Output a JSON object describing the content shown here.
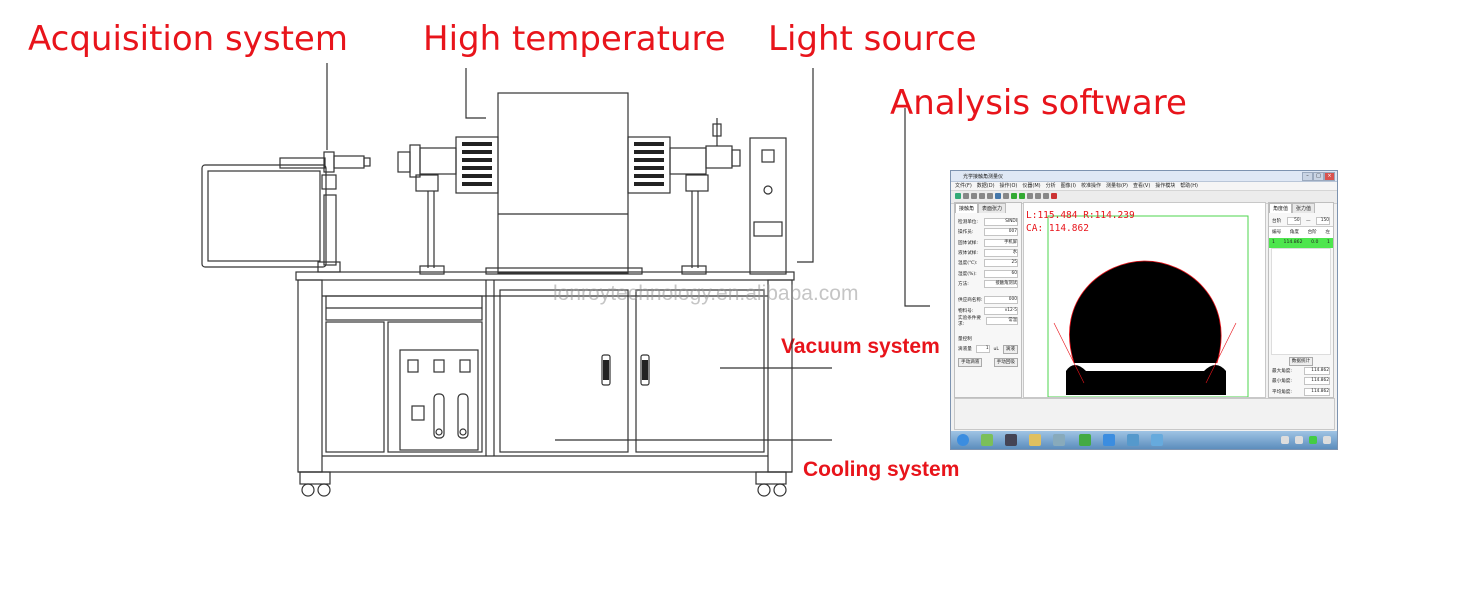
{
  "labels": {
    "acquisition": "Acquisition system",
    "high_temp": "High temperature",
    "light_source": "Light source",
    "analysis": "Analysis software",
    "vacuum": "Vacuum system",
    "cooling": "Cooling system"
  },
  "watermark": "lonroytechnology.en.alibaba.com",
  "software": {
    "title": "光学接触角测量仪",
    "menus": [
      "文件(F)",
      "数据(D)",
      "操作(O)",
      "仪器(M)",
      "分析",
      "图像(I)",
      "校准操作",
      "测量标(P)",
      "查看(V)",
      "操作模块",
      "帮助(H)"
    ],
    "left_tabs": [
      "接触角",
      "表面张力"
    ],
    "fields": [
      {
        "label": "检测单位:",
        "value": "SINDI"
      },
      {
        "label": "操作员:",
        "value": "007"
      },
      {
        "label": "固体试样:",
        "value": "手机屏"
      },
      {
        "label": "液体试样:",
        "value": "水"
      },
      {
        "label": "温度(℃):",
        "value": "25"
      },
      {
        "label": "湿度(%):",
        "value": "60"
      },
      {
        "label": "方法:",
        "value": "接触角测试"
      }
    ],
    "fields2": [
      {
        "label": "供应商名称:",
        "value": "000"
      },
      {
        "label": "物料号:",
        "value": "v12-5"
      },
      {
        "label": "实验条件要求:",
        "value": "常温"
      }
    ],
    "dose_label": "量控制",
    "volume_label": "滴液量",
    "volume_value": "1",
    "volume_unit": "uL",
    "drop_btn": "滴液",
    "manual_btn": "手动滴液",
    "manual_btn2": "手动回吸",
    "overlay_line1": "L:115.484  R:114.239",
    "overlay_line2": "CA: 114.862",
    "right_tabs": [
      "角度值",
      "张力值"
    ],
    "range_label": "台阶",
    "range_from": "50",
    "range_to": "150",
    "table_head": [
      "编号",
      "角度",
      "台阶",
      "左"
    ],
    "table_row": [
      "1",
      "114.862",
      "0.0",
      "1"
    ],
    "stats_btn": "数据统计",
    "stats": [
      {
        "label": "最大角度:",
        "value": "114.862"
      },
      {
        "label": "最小角度:",
        "value": "114.862"
      },
      {
        "label": "平均角度:",
        "value": "114.862"
      }
    ]
  },
  "colors": {
    "label_red": "#e8141b",
    "line": "#333333",
    "taskbar": "#5c8dbd"
  }
}
